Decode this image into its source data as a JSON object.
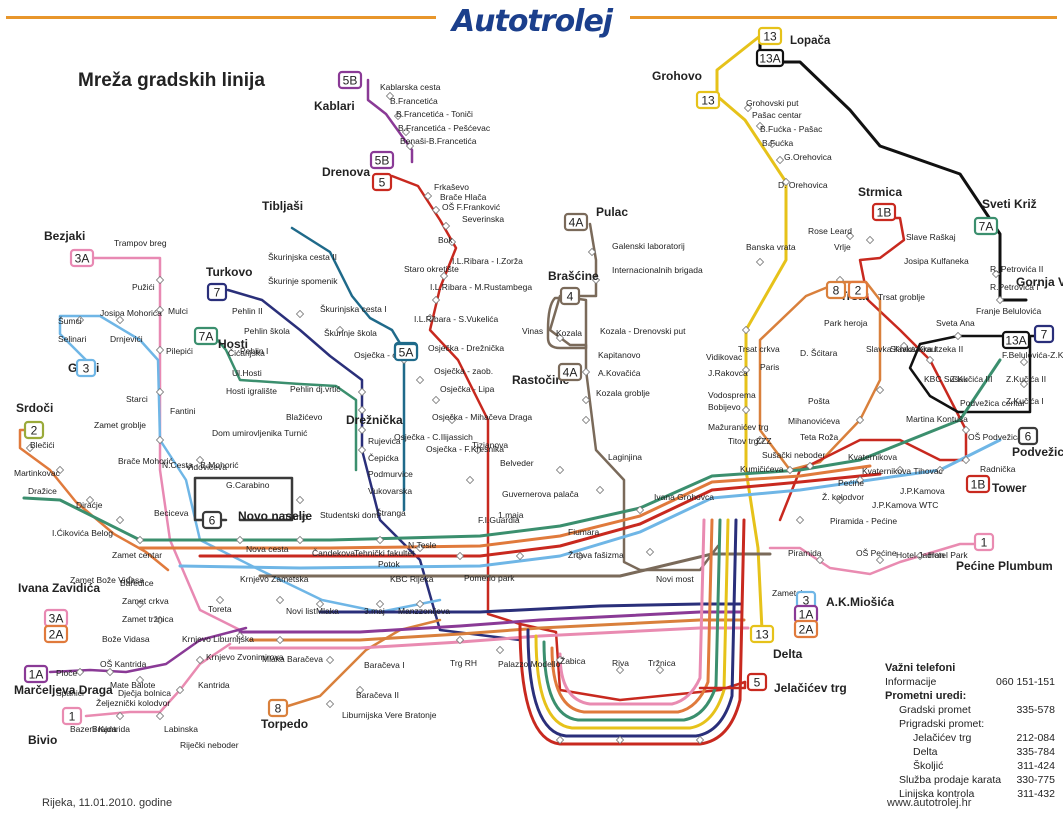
{
  "brand": "Autotrolej",
  "title": "Mreža gradskih linija",
  "footer_date": "Rijeka, 11.01.2010. godine",
  "footer_url": "www.autotrolej.hr",
  "colors": {
    "brand": "#1b3f8c",
    "accent": "#e8962b",
    "line_1": "#e98bb1",
    "line_2": "#e07a3c",
    "line_3": "#6fb6e6",
    "line_3a": "#e889b3",
    "line_4": "#7a6a5a",
    "line_5": "#c8291f",
    "line_5a": "#1f6a8a",
    "line_5b": "#8a3a96",
    "line_6": "#3a3a3a",
    "line_7": "#2a2f7a",
    "line_7a": "#3b8f6e",
    "line_8": "#d9803c",
    "line_9_13": "#e6c21a",
    "line_13a": "#111111",
    "line_1b": "#c8291f"
  },
  "line_badges": [
    {
      "id": "13",
      "color": "#e6c21a"
    },
    {
      "id": "13A",
      "color": "#111111"
    },
    {
      "id": "13",
      "color": "#e6c21a"
    },
    {
      "id": "5B",
      "color": "#8a3a96"
    },
    {
      "id": "5B",
      "color": "#8a3a96"
    },
    {
      "id": "5",
      "color": "#c8291f"
    },
    {
      "id": "4A",
      "color": "#7a6a5a"
    },
    {
      "id": "4",
      "color": "#7a6a5a"
    },
    {
      "id": "4A",
      "color": "#7a6a5a"
    },
    {
      "id": "1B",
      "color": "#c8291f"
    },
    {
      "id": "8",
      "color": "#d9803c"
    },
    {
      "id": "2",
      "color": "#e07a3c"
    },
    {
      "id": "7A",
      "color": "#3b8f6e"
    },
    {
      "id": "5A",
      "color": "#1f6a8a"
    },
    {
      "id": "7",
      "color": "#2a2f7a"
    },
    {
      "id": "7A",
      "color": "#3b8f6e"
    },
    {
      "id": "3A",
      "color": "#e889b3"
    },
    {
      "id": "3",
      "color": "#6fb6e6"
    },
    {
      "id": "2",
      "color": "#9aaa3a"
    },
    {
      "id": "6",
      "color": "#3a3a3a"
    },
    {
      "id": "5A",
      "color": "#1f6a8a"
    },
    {
      "id": "13A",
      "color": "#111111"
    },
    {
      "id": "7",
      "color": "#2a2f7a"
    },
    {
      "id": "6",
      "color": "#3a3a3a"
    },
    {
      "id": "1B",
      "color": "#c8291f"
    },
    {
      "id": "1",
      "color": "#e98bb1"
    },
    {
      "id": "3",
      "color": "#6fb6e6"
    },
    {
      "id": "1A",
      "color": "#8a3a96"
    },
    {
      "id": "2A",
      "color": "#e07a3c"
    },
    {
      "id": "13",
      "color": "#e6c21a"
    },
    {
      "id": "5",
      "color": "#c8291f"
    },
    {
      "id": "3A",
      "color": "#e889b3"
    },
    {
      "id": "2A",
      "color": "#e07a3c"
    },
    {
      "id": "1A",
      "color": "#8a3a96"
    },
    {
      "id": "1",
      "color": "#e98bb1"
    },
    {
      "id": "8",
      "color": "#d9803c"
    }
  ],
  "terminals": [
    "Lopača",
    "Grohovo",
    "Kablari",
    "Drenova",
    "Pulac",
    "Strmica",
    "Sveti Križ",
    "Bezjaki",
    "Tibljaši",
    "Turkovo",
    "Hosti",
    "Brašćine",
    "Trsat",
    "Gornja Vežica",
    "Grbci",
    "Srdoči",
    "Rastočine",
    "Drežnička",
    "Podvežica",
    "Tower",
    "Novo naselje",
    "Pećine Plumbum",
    "Ivana Zavidića",
    "A.K.Miošića",
    "Delta",
    "Jelačićev trg",
    "Marčeljeva Draga",
    "Bivio",
    "Torpedo"
  ],
  "stops": [
    "Kablarska cesta",
    "B.Francetića",
    "B.Francetića - Toniči",
    "B.Francetića - Pešćevac",
    "Benaši-B.Francetića",
    "Frkaševo",
    "Brače Hlača",
    "OŠ F.Franković",
    "Severinska",
    "Bok",
    "I.L.Ribara - I.Zorža",
    "Staro okretište",
    "I.L.Ribara - M.Rustambega",
    "I.L.Ribara - S.Vukelića",
    "Galenski laboratorij",
    "Internacionalnih brigada",
    "Grohovski put",
    "Pašac centar",
    "B.Fućka - Pašac",
    "B.Fućka",
    "G.Orehovica",
    "D. Orehovica",
    "Banska vrata",
    "Rose Leard",
    "Vrlje",
    "Slave Raškaj",
    "Josipa Kulfaneka",
    "Trsat groblje",
    "Trsat crkva",
    "Park heroja",
    "D. Šćitara",
    "Slavka Krautzeka I",
    "Slavka Krautzeka II",
    "Vidikovac",
    "J.Rakovca",
    "Paris",
    "Vodosprema",
    "Bobijevo",
    "Pošta",
    "Mažuranićev trg",
    "Mihanovićeva",
    "Titov trg",
    "ZZZ",
    "Sušački neboder",
    "Teta Roža",
    "Kumičićeva",
    "Martina Kontuša",
    "Sveta Ana",
    "Franje Belulovića",
    "R. Petrovića II",
    "R.Petrovića I",
    "F.Belulovića-Z.Kučića",
    "Z.Kučića II",
    "Z.Kučića I",
    "KBC Sušak",
    "Z.Kučića III",
    "Podvežica centar",
    "OŠ Podvežica",
    "Radnička",
    "Kvaternikova",
    "Kvaternikova Tihovac",
    "J.P.Kamova WTC",
    "J.P.Kamova",
    "Ž. kolodvor",
    "Pećine",
    "Piramida - Pećine",
    "Piramida",
    "OŠ Pećine",
    "Hotel Jadran",
    "Hotel Park",
    "Trampov breg",
    "Pužići",
    "Mulci",
    "Josipa Mohorića",
    "Šumci",
    "Selinari",
    "Drnjevići",
    "Pilepići",
    "Starci",
    "Fantini",
    "Zamet groblje",
    "N.Cesta - B.Mohorić",
    "Beciceva",
    "Pehlin II",
    "Pehlin škola",
    "Pehlin I",
    "Škurinjska cesta II",
    "Škurinje spomenik",
    "Škurinjska cesta I",
    "Škurinje škola",
    "Osječka - crkva",
    "Osječka - Drežnička",
    "Osječka - zaob.",
    "Osječka - Lipa",
    "Osječka - Mihačeva Draga",
    "Osječka - C.Ilijassich",
    "Osječka - F.Kresnika",
    "Ul.Hosti",
    "Čićarijska",
    "Hosti igralište",
    "Pehlin dj.vrtić",
    "Blažićevo",
    "Vinas",
    "Kozala",
    "Kozala - Drenovski put",
    "Kapitanovo",
    "A.Kovačića",
    "Kozala groblje",
    "Laginjina",
    "Tizianova",
    "Belveder",
    "Rujevica",
    "Čepićka",
    "Podmurvice",
    "Vukovarska",
    "Dom umirovljenika Turnić",
    "Vidovićeva",
    "G.Carabino",
    "Turnić",
    "Studentski dom",
    "Štranga",
    "1.maja",
    "Guvernerova palača",
    "F.I.Guardia",
    "Ivana Grohovca",
    "Blečići",
    "Martinkovac",
    "Dražice",
    "Brače Mohorić",
    "Diraćje",
    "I.Ćikovića Belog",
    "Zamet centar",
    "Zamet Bože Vidasa",
    "Baredice",
    "Zamet crkva",
    "Zamet tržnica",
    "Bože Vidasa",
    "Nova cesta",
    "Čandekova",
    "Tehnički fakultet",
    "Potok",
    "N.Tesle",
    "KBC Rijeka",
    "Manzzonijeva",
    "Pomerio park",
    "Žrtava fašizma",
    "Fiumara",
    "Novi most",
    "Zametska",
    "Krnjevo Zametska",
    "Toreta",
    "Novi list",
    "Mlaka",
    "3.maj",
    "Krnjevo Liburnijska",
    "Krnjevo Zvonimirova",
    "Mlaka Baračeva",
    "Baračeva I",
    "Baračeva II",
    "Liburnijska Vere Bratonje",
    "Kantrida",
    "Bazeni Kantrida",
    "Labinska",
    "Mate Balote",
    "Španići",
    "Ploče",
    "OŠ Kantrida",
    "Dječja bolnica",
    "Željeznički kolodvor",
    "Brajda",
    "Riječki neboder",
    "Trg RH",
    "Palazzo Modello",
    "Žabica",
    "Riva",
    "Tržnica"
  ],
  "phones": {
    "title": "Važni telefoni",
    "info_label": "Informacije",
    "info_num": "060 151-151",
    "offices_title": "Prometni uredi:",
    "city_label": "Gradski promet",
    "city_num": "335-578",
    "suburban_title": "Prigradski promet:",
    "jel_label": "Jelačićev trg",
    "jel_num": "212-084",
    "delta_label": "Delta",
    "delta_num": "335-784",
    "skoljic_label": "Školjić",
    "skoljic_num": "311-424",
    "sales_label": "Služba prodaje karata",
    "sales_num": "330-775",
    "control_label": "Linijska kontrola",
    "control_num": "311-432"
  }
}
